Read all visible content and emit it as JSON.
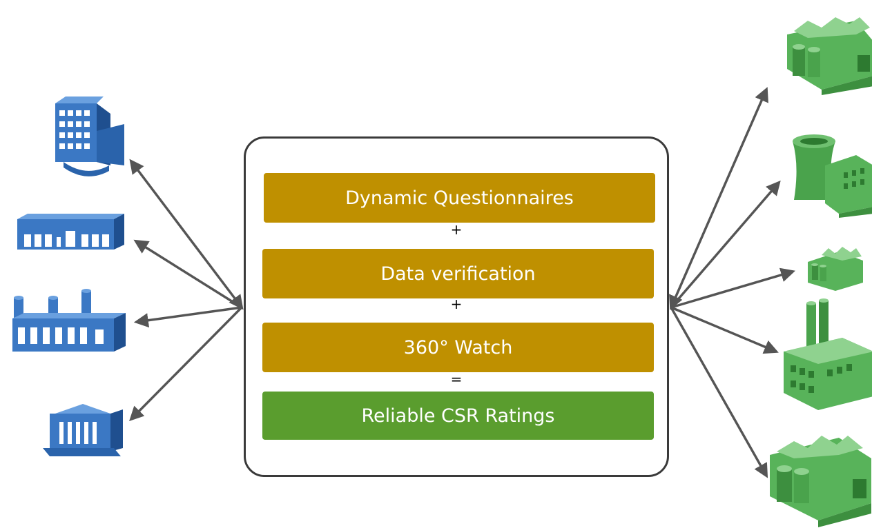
{
  "center_box": {
    "steps": [
      {
        "label": "Dynamic Questionnaires",
        "color": "#bf9000"
      },
      {
        "label": "Data verification",
        "color": "#bf9000"
      },
      {
        "label": "360° Watch",
        "color": "#bf9000"
      },
      {
        "label": "Reliable CSR Ratings",
        "color": "#5a9d2e"
      }
    ],
    "operators": [
      "+",
      "+",
      "="
    ]
  },
  "left_entities": [
    {
      "icon": "office-building-icon",
      "color": "#2e6db5"
    },
    {
      "icon": "warehouse-icon",
      "color": "#2e6db5"
    },
    {
      "icon": "factory-icon",
      "color": "#2e6db5"
    },
    {
      "icon": "bank-icon",
      "color": "#2e6db5"
    }
  ],
  "right_entities": [
    {
      "icon": "green-factory-icon",
      "color": "#4caf50"
    },
    {
      "icon": "green-power-plant-icon",
      "color": "#4caf50"
    },
    {
      "icon": "small-green-factory-icon",
      "color": "#4caf50"
    },
    {
      "icon": "green-chimney-factory-icon",
      "color": "#4caf50"
    },
    {
      "icon": "green-factory-icon",
      "color": "#4caf50"
    }
  ],
  "arrow_color": "#555555"
}
